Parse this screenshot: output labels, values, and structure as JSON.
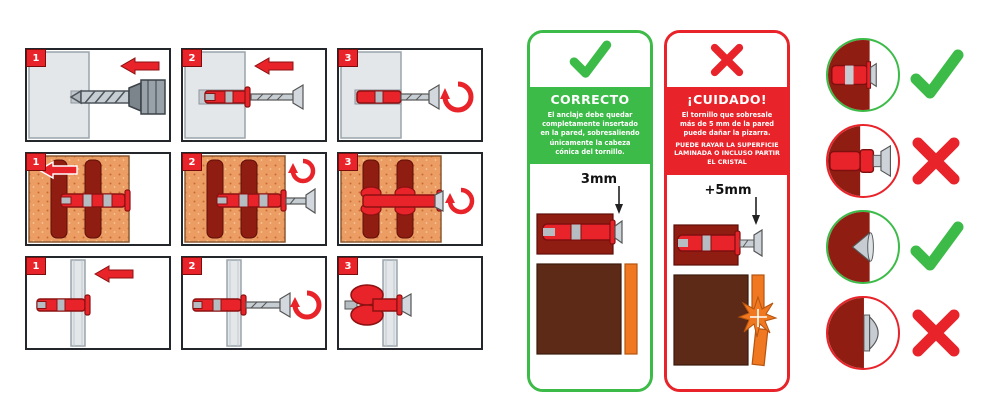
{
  "instructions": {
    "rows": [
      {
        "steps": [
          {
            "num": "1"
          },
          {
            "num": "2"
          },
          {
            "num": "3"
          }
        ]
      },
      {
        "steps": [
          {
            "num": "1"
          },
          {
            "num": "2"
          },
          {
            "num": "3"
          }
        ]
      },
      {
        "steps": [
          {
            "num": "1"
          },
          {
            "num": "2"
          },
          {
            "num": "3"
          }
        ]
      }
    ]
  },
  "correct_card": {
    "title": "CORRECTO",
    "body": "El anclaje debe quedar completamente insertado en la pared, sobresaliendo únicamente la cabeza cónica del tornillo.",
    "measurement_label": "3mm"
  },
  "caution_card": {
    "title": "¡CUIDADO!",
    "body": "El tornillo que sobresale más de 5 mm de la pared puede dañar la pizarra.",
    "body_caps": "PUEDE RAYAR LA SUPERFICIE LAMINADA O INCLUSO PARTIR EL CRISTAL",
    "measurement_label": "+5mm"
  },
  "results": [
    {
      "verdict": "correct"
    },
    {
      "verdict": "incorrect"
    },
    {
      "verdict": "correct"
    },
    {
      "verdict": "incorrect"
    }
  ],
  "colors": {
    "accent_red": "#e8232a",
    "accent_green": "#3dbb48",
    "wall_gray": "#e3e7ea",
    "brick_orange": "#eb9d63",
    "void_maroon": "#8f1d12",
    "board_brown": "#5c2a16",
    "strip_orange": "#f07820"
  }
}
